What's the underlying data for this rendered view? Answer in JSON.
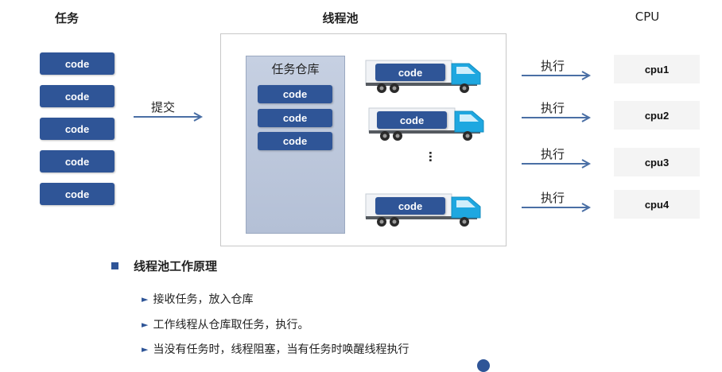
{
  "headers": {
    "tasks": "任务",
    "thread_pool": "线程池",
    "cpu": "CPU"
  },
  "tasks": [
    "code",
    "code",
    "code",
    "code",
    "code"
  ],
  "submit_label": "提交",
  "warehouse": {
    "label": "任务仓库",
    "items": [
      "code",
      "code",
      "code"
    ]
  },
  "threads": [
    "code",
    "code",
    "code"
  ],
  "thread_ellipsis": "…",
  "execute_labels": [
    "执行",
    "执行",
    "执行",
    "执行"
  ],
  "cpus": [
    "cpu1",
    "cpu2",
    "cpu3",
    "cpu4"
  ],
  "principle": {
    "title": "线程池工作原理",
    "items": [
      "接收任务，放入仓库",
      "工作线程从仓库取任务，执行。",
      "当没有任务时，线程阻塞，当有任务时唤醒线程执行"
    ]
  },
  "colors": {
    "code_block": "#2f5597",
    "arrow": "#4a6fa5",
    "truck_cab": "#1ea7e0",
    "warehouse": "#b4c0d6"
  }
}
